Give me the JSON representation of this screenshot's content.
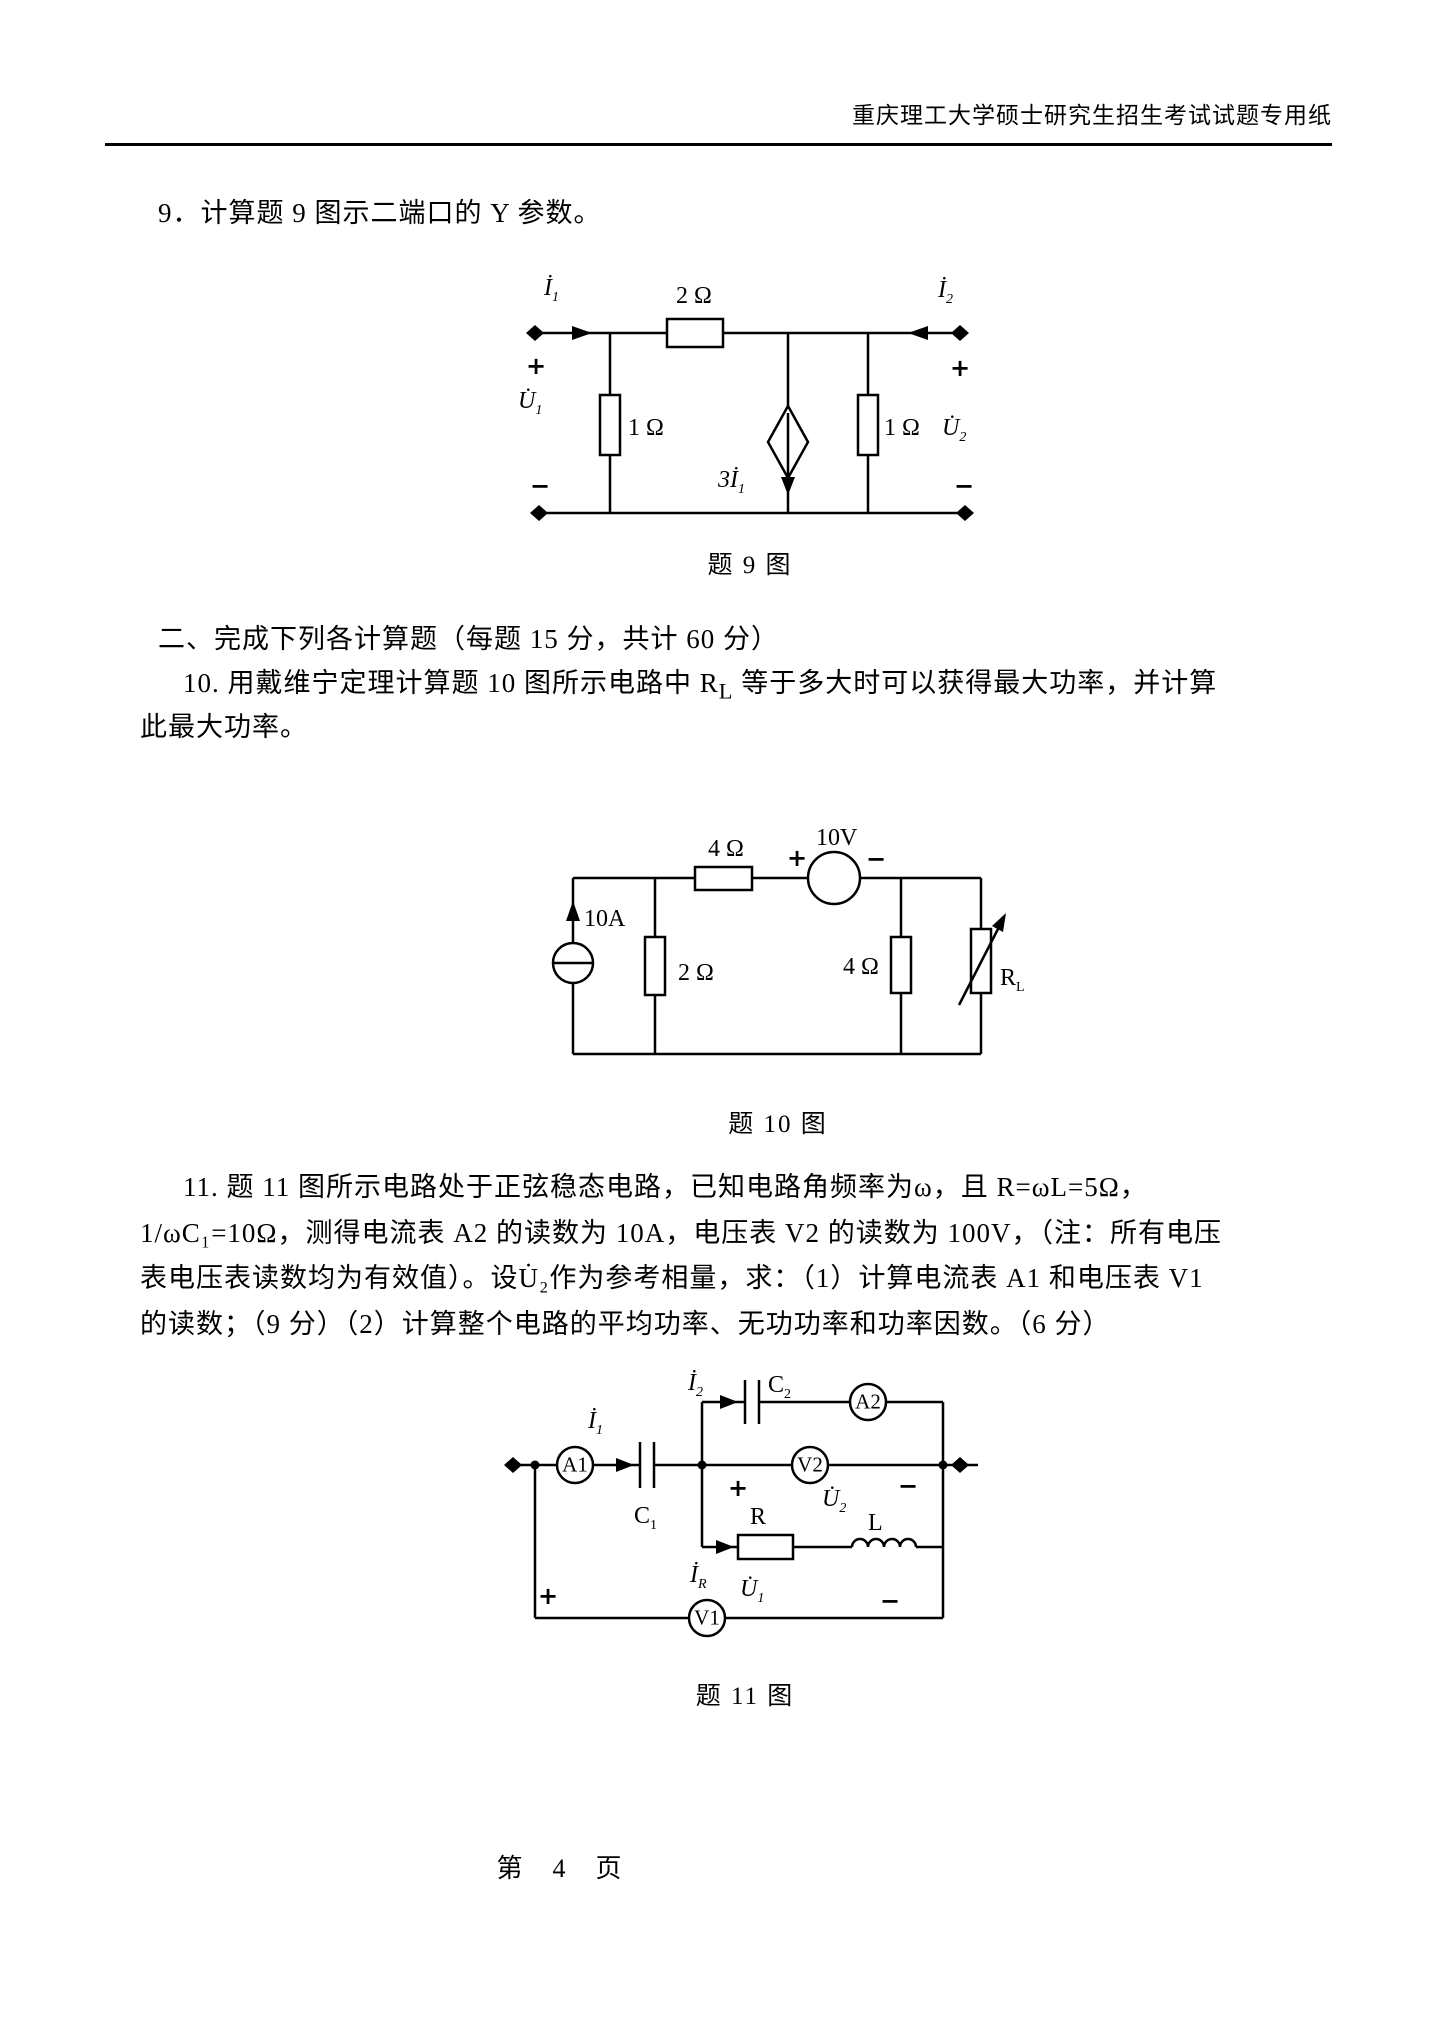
{
  "header": {
    "title": "重庆理工大学硕士研究生招生考试试题专用纸"
  },
  "q9": {
    "text": "9．计算题 9 图示二端口的 Y 参数。"
  },
  "c9": {
    "caption": "题 9 图",
    "labels": {
      "i1": {
        "t": "İ",
        "s": "1"
      },
      "r_series": "2 Ω",
      "i2": {
        "t": "İ",
        "s": "2"
      },
      "plus_l": "+",
      "u1": {
        "t": "U̇",
        "s": "1"
      },
      "minus_l": "−",
      "r_left": "1 Ω",
      "dep_src": {
        "t": "3İ",
        "s": "1"
      },
      "r_right": "1 Ω",
      "plus_r": "+",
      "u2": {
        "t": "U̇",
        "s": "2"
      },
      "minus_r": "−"
    }
  },
  "section2": {
    "title": "二、完成下列各计算题（每题 15 分，共计 60 分）"
  },
  "q10": {
    "l1_pre": "10. 用戴维宁定理计算题 10 图所示电路中 R",
    "l1_sub": "L",
    "l1_post": " 等于多大时可以获得最大功率，并计算",
    "l2": "此最大功率。"
  },
  "c10": {
    "caption": "题 10 图",
    "labels": {
      "isrc": "10A",
      "r1": "2 Ω",
      "r2": "4 Ω",
      "plus": "+",
      "vsrc": "10V",
      "minus": "−",
      "r3": "4 Ω",
      "rl": {
        "t": "R",
        "s": "L"
      }
    }
  },
  "q11": {
    "l1": "11. 题 11 图所示电路处于正弦稳态电路，已知电路角频率为ω，且 R=ωL=5Ω，",
    "l2": "1/ωC₁=10Ω，测得电流表 A2 的读数为 10A，电压表 V2 的读数为 100V，（注：所有电压",
    "l3": "表电压表读数均为有效值）。设U̇₂作为参考相量，求：（1）计算电流表 A1 和电压表 V1",
    "l4": "的读数；（9 分）（2）计算整个电路的平均功率、无功功率和功率因数。（6 分）"
  },
  "c11": {
    "caption": "题 11 图",
    "labels": {
      "i1": {
        "t": "İ",
        "s": "1"
      },
      "a1": "A1",
      "c1": {
        "t": "C",
        "s": "1"
      },
      "i2": {
        "t": "İ",
        "s": "2"
      },
      "c2": {
        "t": "C",
        "s": "2"
      },
      "a2": "A2",
      "v2": "V2",
      "plus_m": "+",
      "minus_m": "−",
      "u2": {
        "t": "U̇",
        "s": "2"
      },
      "r": "R",
      "l": "L",
      "ir": {
        "t": "İ",
        "s": "R"
      },
      "plus_b": "+",
      "u1": {
        "t": "U̇",
        "s": "1"
      },
      "minus_b": "−",
      "v1": "V1"
    }
  },
  "footer": {
    "page": "第　4　页"
  }
}
